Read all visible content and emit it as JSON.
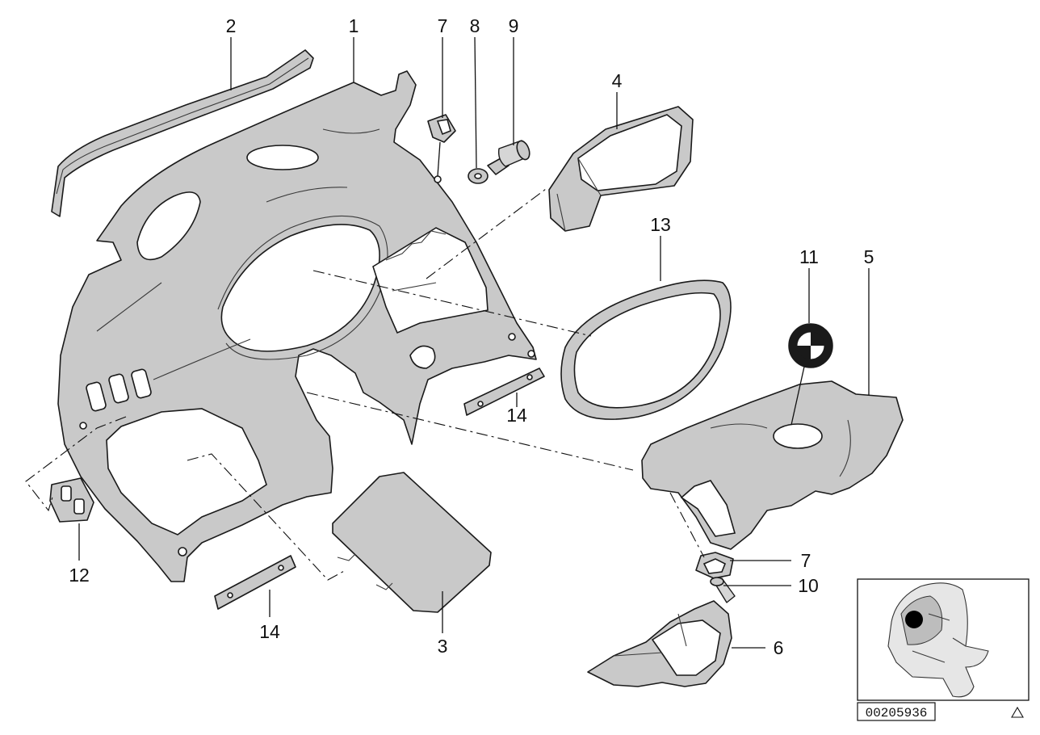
{
  "diagram": {
    "callouts": {
      "c1": "1",
      "c2": "2",
      "c3": "3",
      "c4": "4",
      "c5": "5",
      "c6": "6",
      "c7a": "7",
      "c7b": "7",
      "c8": "8",
      "c9": "9",
      "c10": "10",
      "c11": "11",
      "c12": "12",
      "c13": "13",
      "c14a": "14",
      "c14b": "14"
    },
    "reference_number": "00205936",
    "colors": {
      "part_fill": "#c9c9c9",
      "outline": "#1a1a1a",
      "background": "#ffffff"
    }
  }
}
